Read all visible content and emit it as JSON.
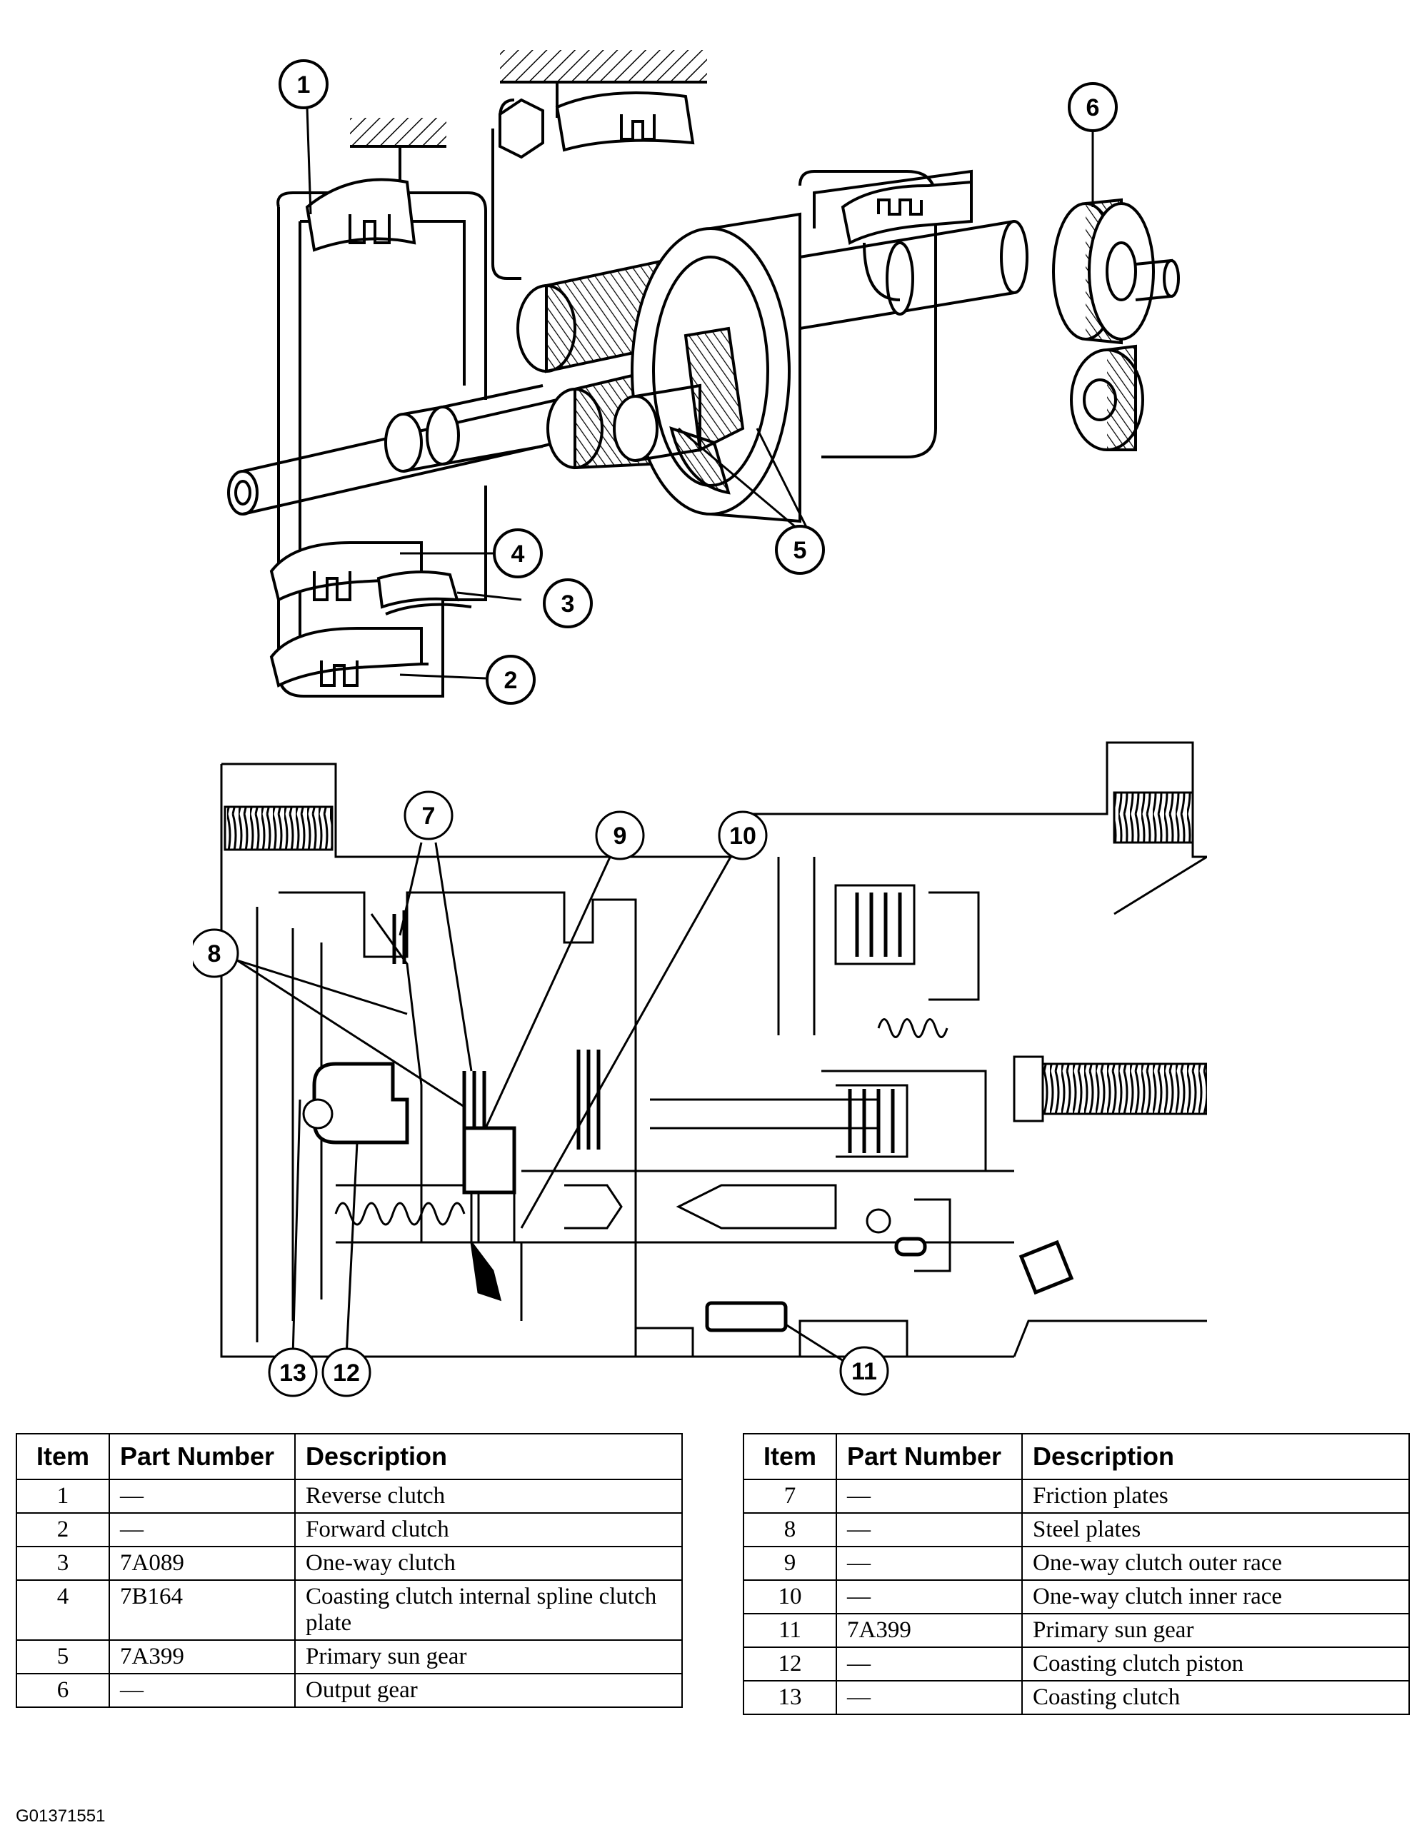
{
  "callouts": {
    "top": [
      "1",
      "2",
      "3",
      "4",
      "5",
      "6"
    ],
    "bottom": [
      "7",
      "8",
      "9",
      "10",
      "11",
      "12",
      "13"
    ]
  },
  "table_left": {
    "headers": [
      "Item",
      "Part Number",
      "Description"
    ],
    "rows": [
      {
        "item": "1",
        "part": "—",
        "desc": "Reverse clutch"
      },
      {
        "item": "2",
        "part": "—",
        "desc": "Forward clutch"
      },
      {
        "item": "3",
        "part": "7A089",
        "desc": "One-way clutch"
      },
      {
        "item": "4",
        "part": "7B164",
        "desc": "Coasting clutch internal spline clutch plate"
      },
      {
        "item": "5",
        "part": "7A399",
        "desc": "Primary sun gear"
      },
      {
        "item": "6",
        "part": "—",
        "desc": "Output gear"
      }
    ]
  },
  "table_right": {
    "headers": [
      "Item",
      "Part Number",
      "Description"
    ],
    "rows": [
      {
        "item": "7",
        "part": "—",
        "desc": "Friction plates"
      },
      {
        "item": "8",
        "part": "—",
        "desc": "Steel plates"
      },
      {
        "item": "9",
        "part": "—",
        "desc": "One-way clutch outer race"
      },
      {
        "item": "10",
        "part": "—",
        "desc": "One-way clutch inner race"
      },
      {
        "item": "11",
        "part": "7A399",
        "desc": "Primary sun gear"
      },
      {
        "item": "12",
        "part": "—",
        "desc": "Coasting clutch piston"
      },
      {
        "item": "13",
        "part": "—",
        "desc": "Coasting clutch"
      }
    ]
  },
  "figure_id": "G01371551"
}
